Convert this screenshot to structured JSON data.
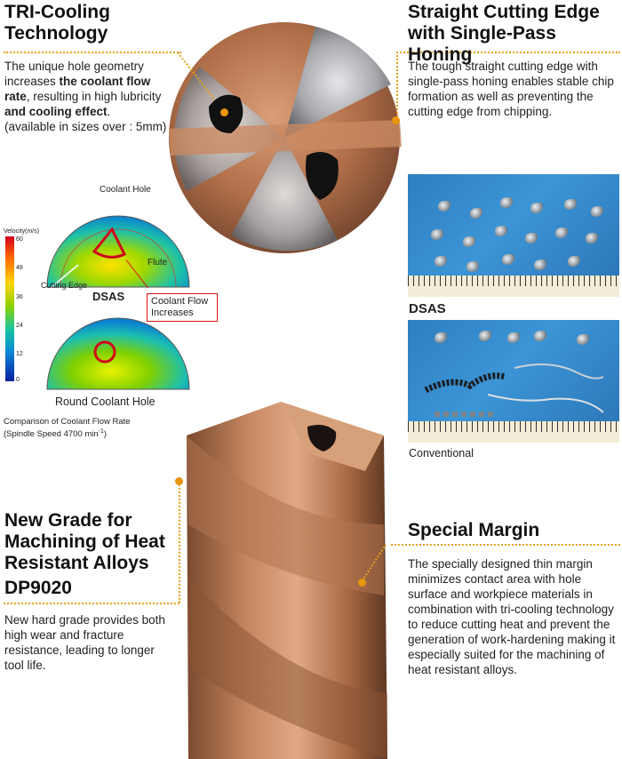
{
  "tri_cooling": {
    "title": "TRI-Cooling Technology",
    "text_1": "The unique hole geometry increases",
    "text_bold_1": "the coolant flow rate",
    "text_2": ", resulting in high lubricity",
    "text_bold_2": "and cooling effect",
    "text_3": ".",
    "text_4": "(available in sizes over : 5mm)"
  },
  "straight_edge": {
    "title": "Straight Cutting Edge with Single-Pass Honing",
    "text": "The tough straight cutting edge with single-pass honing enables stable chip formation as well as preventing the cutting edge from chipping."
  },
  "simulation": {
    "velocity_label": "Velocity(m/s)",
    "scale_ticks": [
      "60",
      "48",
      "36",
      "24",
      "12",
      "0"
    ],
    "coolant_hole_label": "Coolant Hole",
    "flute_label": "Flute",
    "cutting_edge_label": "Cutting Edge",
    "dsas_label": "DSAS",
    "coolant_flow_label": "Coolant Flow Increases",
    "round_hole_label": "Round Coolant Hole",
    "comparison_title": "Comparison of Coolant Flow Rate",
    "spindle_speed": "(Spindle Speed 4700 min",
    "spindle_sup": "-1",
    "spindle_end": ")"
  },
  "chips": {
    "dsas_label": "DSAS",
    "conventional_label": "Conventional"
  },
  "new_grade": {
    "title": "New Grade for Machining of Heat Resistant Alloys",
    "grade": "DP9020",
    "text": "New hard grade provides both high wear and fracture resistance, leading to longer tool life."
  },
  "special_margin": {
    "title": "Special Margin",
    "text": "The specially designed thin margin minimizes contact area with hole surface and workpiece materials in combination with tri-cooling technology to reduce cutting heat and prevent the generation of work-hardening making it especially suited for the machining of heat resistant alloys."
  },
  "colors": {
    "accent_orange": "#e8940c",
    "callout_red": "#d11111",
    "drill_copper": "#b8744b"
  }
}
